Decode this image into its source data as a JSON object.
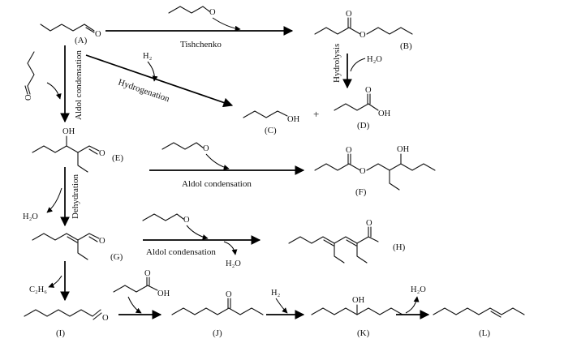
{
  "compounds": {
    "A": {
      "label": "(A)",
      "atoms": [
        "O"
      ]
    },
    "B": {
      "label": "(B)",
      "atoms": [
        "O",
        "O"
      ]
    },
    "C": {
      "label": "(C)",
      "atoms": [
        "OH"
      ]
    },
    "D": {
      "label": "(D)",
      "atoms": [
        "O",
        "OH"
      ]
    },
    "E": {
      "label": "(E)",
      "atoms": [
        "OH",
        "O"
      ]
    },
    "F": {
      "label": "(F)",
      "atoms": [
        "O",
        "O",
        "OH"
      ]
    },
    "G": {
      "label": "(G)",
      "atoms": [
        "O"
      ]
    },
    "H": {
      "label": "(H)",
      "atoms": [
        "O"
      ]
    },
    "I": {
      "label": "(I)",
      "atoms": [
        "O"
      ]
    },
    "J": {
      "label": "(J)",
      "atoms": [
        "O"
      ]
    },
    "K": {
      "label": "(K)",
      "atoms": [
        "OH"
      ]
    },
    "L": {
      "label": "(L)"
    }
  },
  "reagents": {
    "butanal_atom": "O",
    "butanoic_acid_atoms": [
      "O",
      "OH"
    ],
    "h2": "H₂",
    "h2o": "H₂O",
    "c2h6": "C₂H₆"
  },
  "reactions": {
    "tishchenko": "Tishchenko",
    "hydrolysis": "Hydrolysis",
    "aldol_condensation": "Aldol condensation",
    "hydrogenation": "Hydrogenation",
    "dehydration": "Dehydration",
    "plus": "+"
  },
  "colors": {
    "ink": "#111111",
    "background": "#ffffff"
  }
}
